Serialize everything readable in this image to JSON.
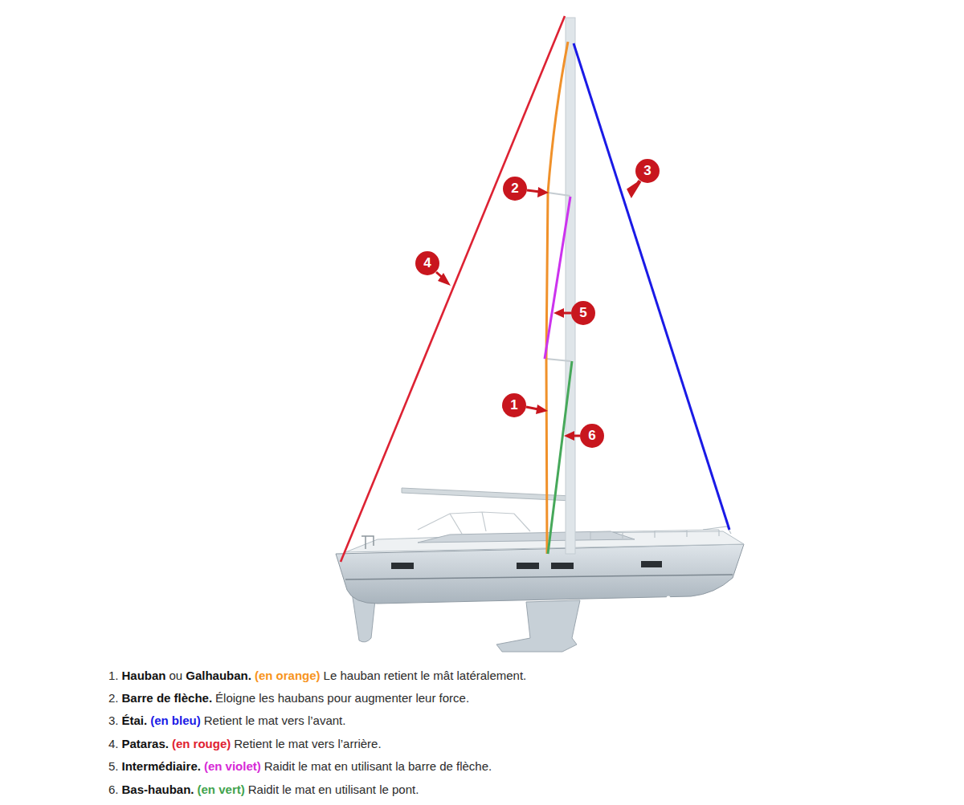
{
  "diagram": {
    "labels": [
      "3",
      "2",
      "4",
      "5",
      "1",
      "6",
      "1.",
      "Hauban",
      "ou",
      "Galhauban.",
      "(en orange)",
      "Le hauban retient le mât latéralement.",
      "2.",
      "Barre de flèche.",
      "Éloigne les haubans pour augmenter leur force.",
      "3.",
      "Étai.",
      "(en bleu)",
      "Retient le mat vers l’avant.",
      "4.",
      "Pataras.",
      "(en rouge)",
      "Retient le mat vers l’arrière.",
      "5.",
      "Intermédiaire.",
      "(en violet)",
      "Raidit le mat en utilisant la barre de flèche.",
      "6.",
      "Bas-hauban.",
      "(en vert)",
      "Raidit le mat en utilisant le pont."
    ]
  }
}
